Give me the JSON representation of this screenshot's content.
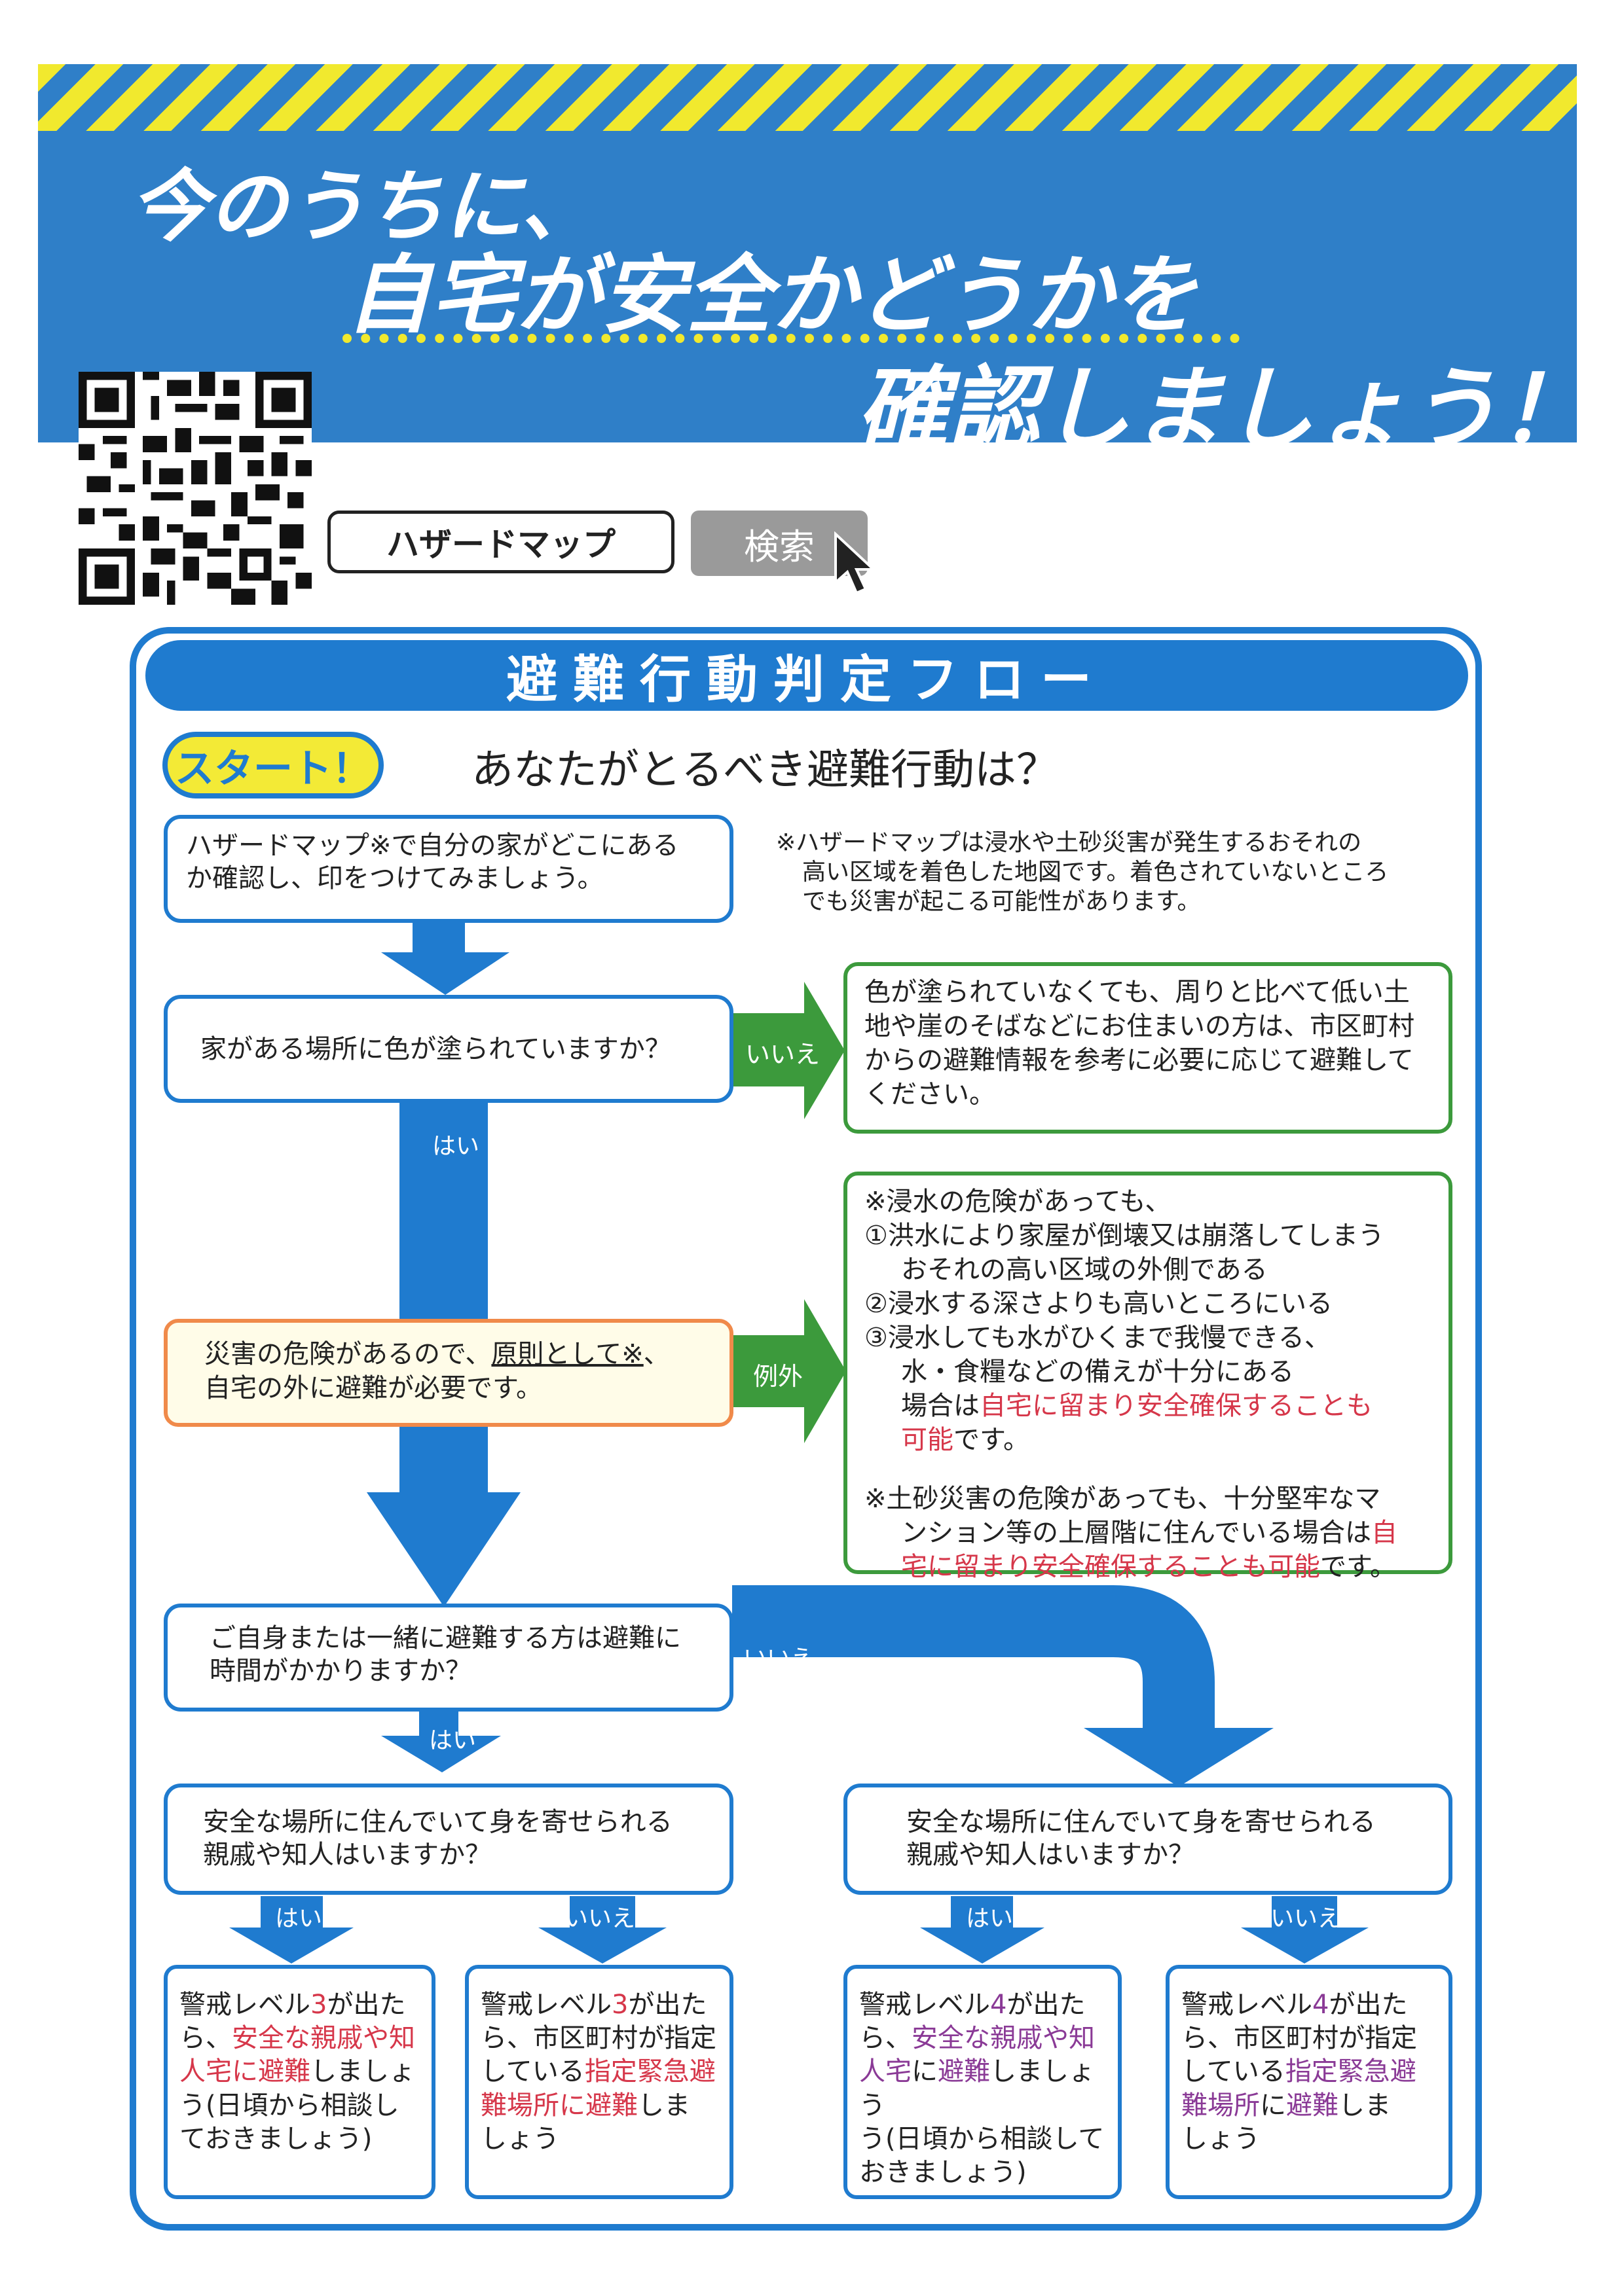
{
  "header": {
    "line1": "今のうちに、",
    "line2": "自宅が安全かどうかを",
    "line3": "確認しましょう！"
  },
  "search": {
    "query": "ハザードマップ",
    "button_label": "検索"
  },
  "colors": {
    "banner": "#2f7fc8",
    "stripe": "#f1e92e",
    "frame": "#1f7bcf",
    "green": "#3c9a3c",
    "orange": "#f08a4a",
    "red_text": "#d6374a",
    "purple_text": "#8a3a96"
  },
  "flow": {
    "title": "避難行動判定フロー",
    "start_label": "スタート！",
    "question": "あなたがとるべき避難行動は？",
    "step1": {
      "line1": "ハザードマップ※で自分の家がどこにある",
      "line2": "か確認し、印をつけてみましょう。"
    },
    "note": {
      "line1": "※ハザードマップは浸水や土砂災害が発生するおそれの",
      "line2": "高い区域を着色した地図です。着色されていないところ",
      "line3": "でも災害が起こる可能性があります。"
    },
    "step2": {
      "text": "家がある場所に色が塗られていますか？",
      "no_label": "いいえ",
      "yes_label": "はい"
    },
    "no_color": {
      "line1": "色が塗られていなくても、周りと比べて低い土",
      "line2": "地や崖のそばなどにお住まいの方は、市区町村",
      "line3": "からの避難情報を参考に必要に応じて避難して",
      "line4": "ください。"
    },
    "step3": {
      "line1a": "災害の危険があるので、",
      "line1b": "原則として※",
      "line1c": "、",
      "line2": "自宅の外に避難が必要です。",
      "exception_label": "例外"
    },
    "exception": {
      "l1": "※浸水の危険があっても、",
      "l2": "①洪水により家屋が倒壊又は崩落してしまう",
      "l3": "おそれの高い区域の外側である",
      "l4": "②浸水する深さよりも高いところにいる",
      "l5": "③浸水しても水がひくまで我慢できる、",
      "l6": "水・食糧などの備えが十分にある",
      "l7a": "場合は",
      "l7b": "自宅に留まり安全確保することも",
      "l8a": "可能",
      "l8b": "です。",
      "l9": "※土砂災害の危険があっても、十分堅牢なマ",
      "l10a": "ンション等の上層階に住んでいる場合は",
      "l10b": "自",
      "l11a": "宅に留まり安全確保することも可能",
      "l11b": "です。"
    },
    "step4": {
      "line1": "ご自身または一緒に避難する方は避難に",
      "line2": "時間がかかりますか？",
      "yes_label": "はい",
      "no_label": "いいえ"
    },
    "step5_left": {
      "line1": "安全な場所に住んでいて身を寄せられる",
      "line2": "親戚や知人はいますか？",
      "yes_label": "はい",
      "no_label": "いいえ"
    },
    "step5_right": {
      "line1": "安全な場所に住んでいて身を寄せられる",
      "line2": "親戚や知人はいますか？",
      "yes_label": "はい",
      "no_label": "いいえ"
    },
    "result1": {
      "a": "警戒レベル",
      "b": "3",
      "c": "が出た",
      "d": "ら、",
      "e": "安全な親戚や知",
      "f": "人宅に避難",
      "g": "しましょ",
      "h": "う(日頃から相談し",
      "i": "ておきましょう)"
    },
    "result2": {
      "a": "警戒レベル",
      "b": "3",
      "c": "が出た",
      "d": "ら、市区町村が指定",
      "e": "している",
      "f": "指定緊急避",
      "g": "難場所に避難",
      "h": "しま",
      "i": "しょう"
    },
    "result3": {
      "a": "警戒レベル",
      "b": "4",
      "c": "が出た",
      "d": "ら、",
      "e": "安全な親戚や知",
      "f": "人宅",
      "g": "に",
      "h": "避難",
      "i": "しましょう",
      "j": "う(日頃から相談して",
      "k": "おきましょう)"
    },
    "result4": {
      "a": "警戒レベル",
      "b": "4",
      "c": "が出た",
      "d": "ら、市区町村が指定",
      "e": "している",
      "f": "指定緊急避",
      "g": "難場所",
      "h": "に",
      "i": "避難",
      "j": "しま",
      "k": "しょう"
    }
  }
}
